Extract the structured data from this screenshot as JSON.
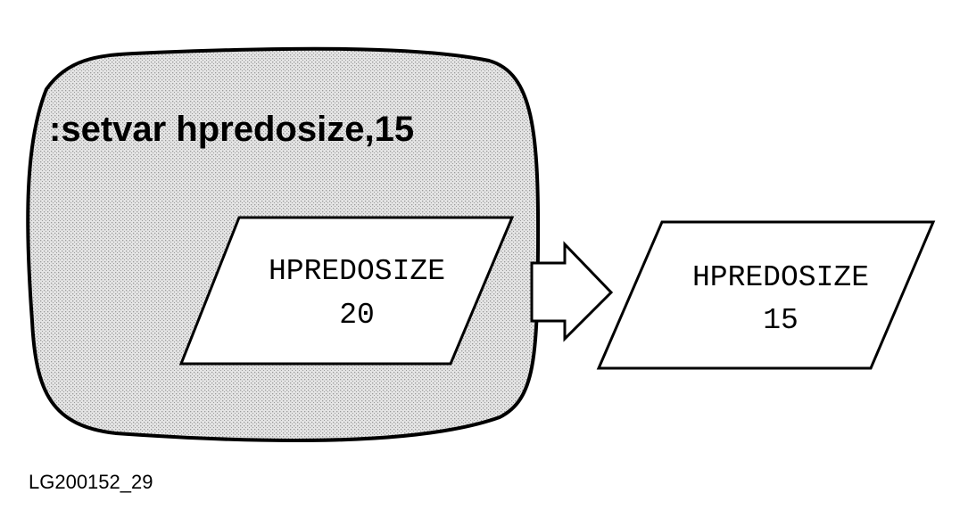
{
  "colors": {
    "ink": "#000000",
    "paper": "#ffffff",
    "screen_fill": "#e4e4e4",
    "screen_dots": "#9a9a9a"
  },
  "screen": {
    "command": ":setvar hpredosize,15",
    "variable": {
      "name": "HPREDOSIZE",
      "value": "20"
    }
  },
  "arrow_icon": "right-hollow-arrow-icon",
  "result": {
    "variable": {
      "name": "HPREDOSIZE",
      "value": "15"
    }
  },
  "caption": "LG200152_29"
}
